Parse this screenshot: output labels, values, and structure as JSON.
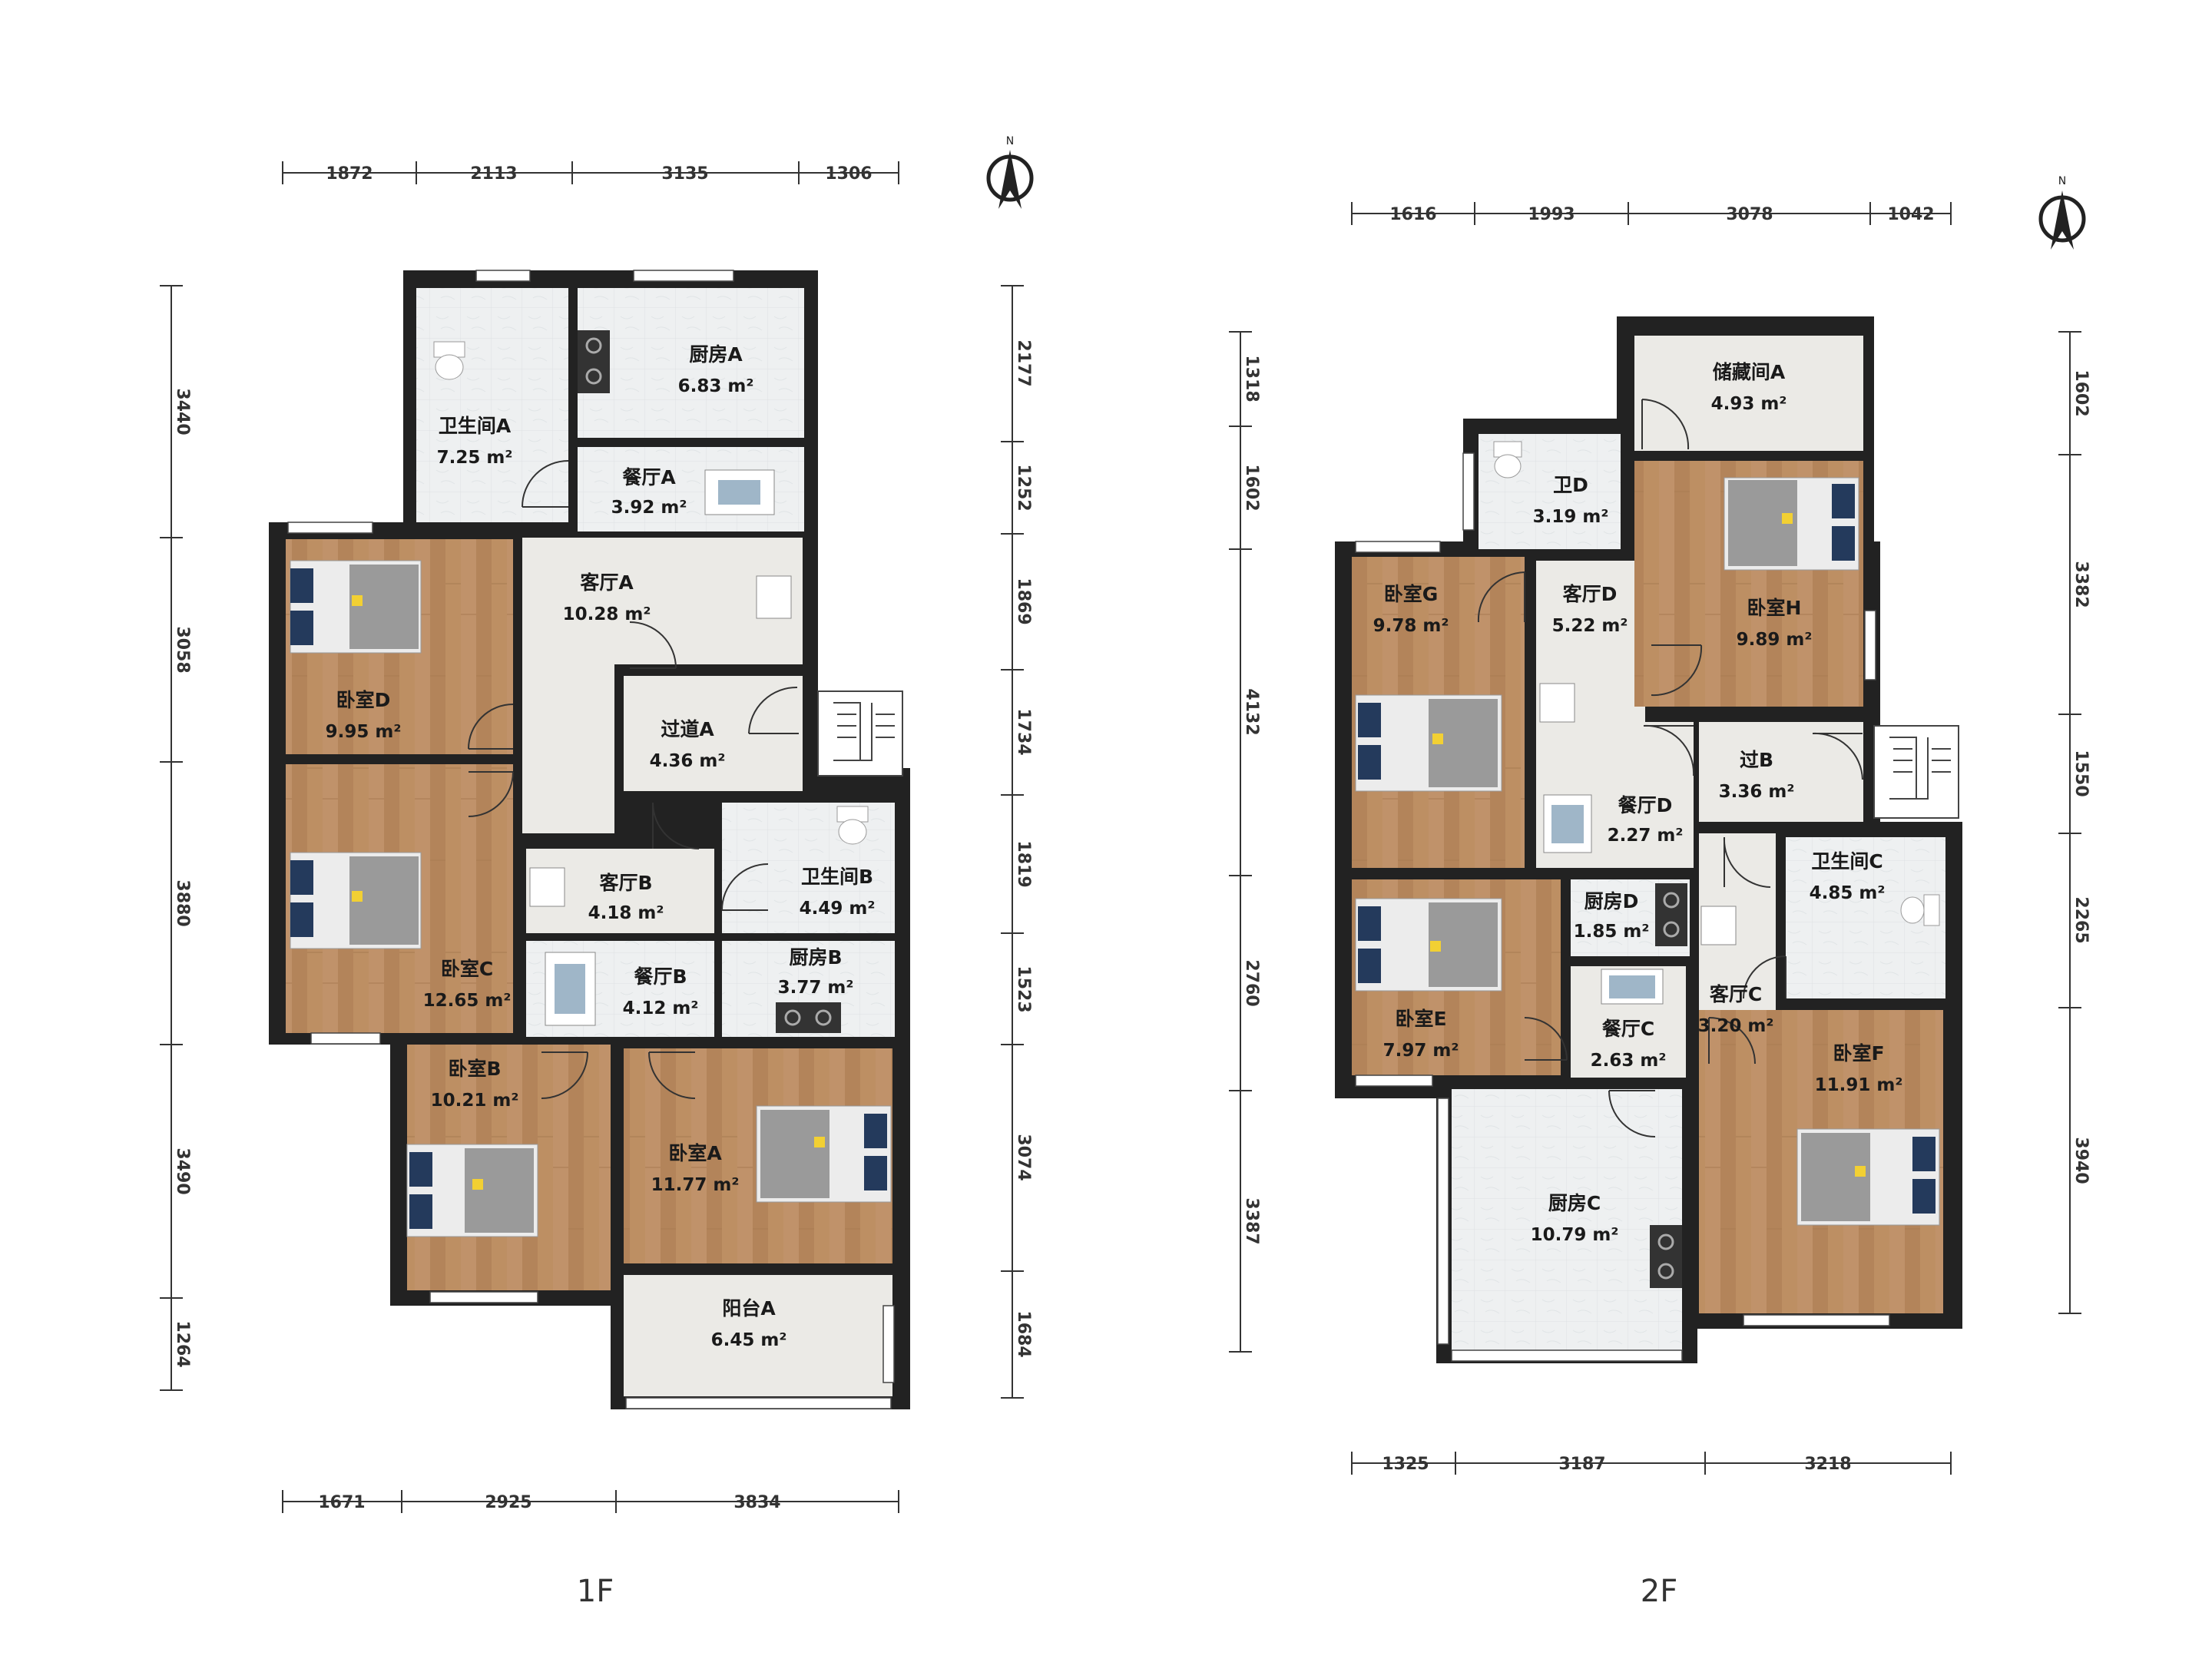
{
  "floors": [
    {
      "label": "1F",
      "rooms": [
        {
          "id": "1f-bath-a",
          "name": "卫生间A",
          "area": "7.25 m²"
        },
        {
          "id": "1f-kitchen-a",
          "name": "厨房A",
          "area": "6.83 m²"
        },
        {
          "id": "1f-dining-a",
          "name": "餐厅A",
          "area": "3.92 m²"
        },
        {
          "id": "1f-living-a",
          "name": "客厅A",
          "area": "10.28 m²"
        },
        {
          "id": "1f-bed-d",
          "name": "卧室D",
          "area": "9.95 m²"
        },
        {
          "id": "1f-hall-a",
          "name": "过道A",
          "area": "4.36 m²"
        },
        {
          "id": "1f-bed-c",
          "name": "卧室C",
          "area": "12.65 m²"
        },
        {
          "id": "1f-living-b",
          "name": "客厅B",
          "area": "4.18 m²"
        },
        {
          "id": "1f-bath-b",
          "name": "卫生间B",
          "area": "4.49 m²"
        },
        {
          "id": "1f-dining-b",
          "name": "餐厅B",
          "area": "4.12 m²"
        },
        {
          "id": "1f-kitchen-b",
          "name": "厨房B",
          "area": "3.77 m²"
        },
        {
          "id": "1f-bed-b",
          "name": "卧室B",
          "area": "10.21 m²"
        },
        {
          "id": "1f-bed-a",
          "name": "卧室A",
          "area": "11.77 m²"
        },
        {
          "id": "1f-balcony-a",
          "name": "阳台A",
          "area": "6.45 m²"
        }
      ],
      "dims": {
        "top": [
          "1872",
          "2113",
          "3135",
          "1306"
        ],
        "bottom": [
          "1671",
          "2925",
          "3834"
        ],
        "left": [
          "3440",
          "3058",
          "3880",
          "3490",
          "1264"
        ],
        "right": [
          "2177",
          "1252",
          "1869",
          "1734",
          "1819",
          "1523",
          "3074",
          "1684"
        ]
      }
    },
    {
      "label": "2F",
      "rooms": [
        {
          "id": "2f-storage-a",
          "name": "储藏间A",
          "area": "4.93 m²"
        },
        {
          "id": "2f-bath-d",
          "name": "卫D",
          "area": "3.19 m²"
        },
        {
          "id": "2f-bed-g",
          "name": "卧室G",
          "area": "9.78 m²"
        },
        {
          "id": "2f-living-d",
          "name": "客厅D",
          "area": "5.22 m²"
        },
        {
          "id": "2f-bed-h",
          "name": "卧室H",
          "area": "9.89 m²"
        },
        {
          "id": "2f-hall-b",
          "name": "过B",
          "area": "3.36 m²"
        },
        {
          "id": "2f-dining-d",
          "name": "餐厅D",
          "area": "2.27 m²"
        },
        {
          "id": "2f-bath-c",
          "name": "卫生间C",
          "area": "4.85 m²"
        },
        {
          "id": "2f-kitchen-d",
          "name": "厨房D",
          "area": "1.85 m²"
        },
        {
          "id": "2f-living-c",
          "name": "客厅C",
          "area": "3.20 m²"
        },
        {
          "id": "2f-bed-e",
          "name": "卧室E",
          "area": "7.97 m²"
        },
        {
          "id": "2f-dining-c",
          "name": "餐厅C",
          "area": "2.63 m²"
        },
        {
          "id": "2f-bed-f",
          "name": "卧室F",
          "area": "11.91 m²"
        },
        {
          "id": "2f-kitchen-c",
          "name": "厨房C",
          "area": "10.79 m²"
        }
      ],
      "dims": {
        "top": [
          "1616",
          "1993",
          "3078",
          "1042"
        ],
        "bottom": [
          "1325",
          "3187",
          "3218"
        ],
        "left": [
          "1318",
          "1602",
          "4132",
          "2760",
          "3387"
        ],
        "right": [
          "1602",
          "3382",
          "1550",
          "2265",
          "3940"
        ]
      }
    }
  ],
  "compass_label": "N"
}
